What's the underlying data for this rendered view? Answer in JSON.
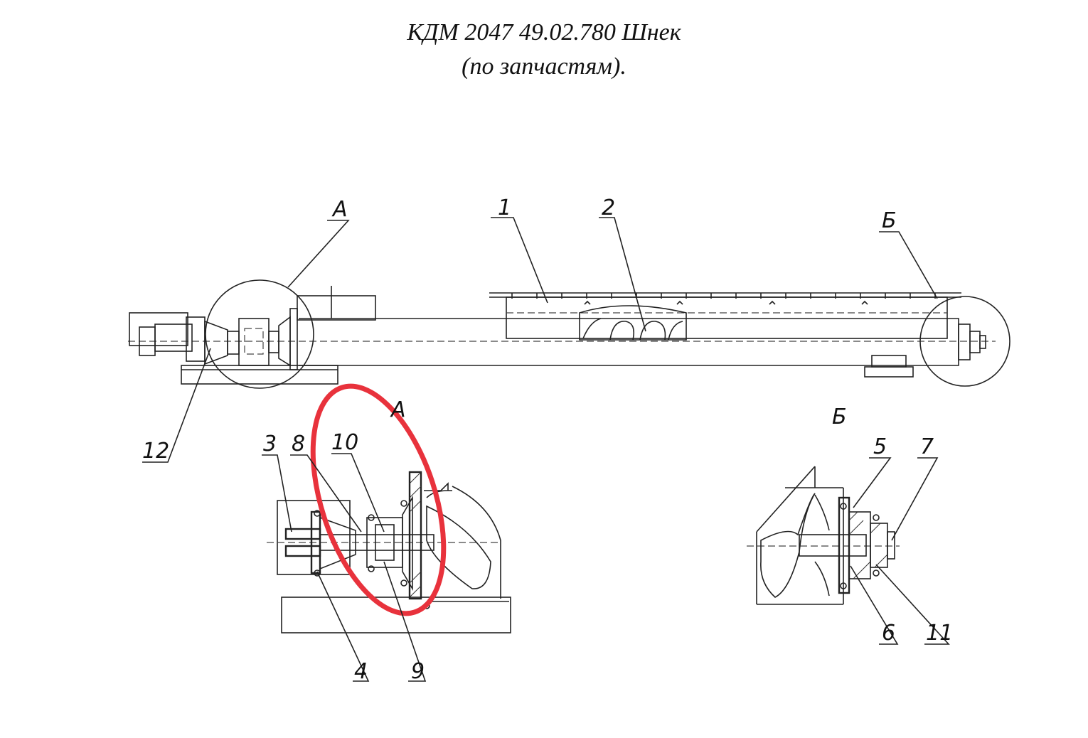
{
  "title": {
    "line1": "КДМ 2047 49.02.780 Шнек",
    "line2": "(по запчастям)."
  },
  "views": {
    "detail_a": "А",
    "detail_b": "Б"
  },
  "callouts": {
    "view_a_top": "А",
    "view_b_top": "Б",
    "p1": "1",
    "p2": "2",
    "p3": "3",
    "p4": "4",
    "p5": "5",
    "p6": "6",
    "p7": "7",
    "p8": "8",
    "p9": "9",
    "p10": "10",
    "p11": "11",
    "p12": "12"
  },
  "colors": {
    "line": "#222222",
    "highlight": "#e8323c",
    "background": "#ffffff"
  }
}
